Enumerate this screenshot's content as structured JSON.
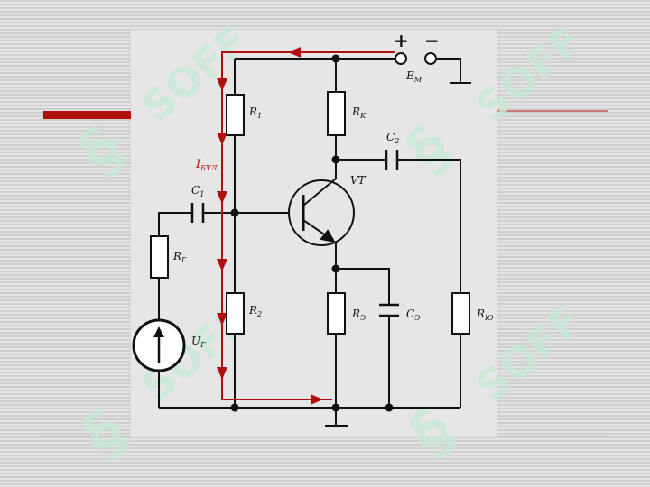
{
  "colors": {
    "accent_red": "#b10e0e",
    "wire": "#111111",
    "panel": "#e6e6e6",
    "watermark": "#c6ead6"
  },
  "watermark": {
    "text": "SOFF",
    "symbol": "§"
  },
  "supply": {
    "plus": "+",
    "minus": "−",
    "label_main": "E",
    "label_sub": "M"
  },
  "components": {
    "r1": {
      "main": "R",
      "sub": "1"
    },
    "rk": {
      "main": "R",
      "sub": "K"
    },
    "r2": {
      "main": "R",
      "sub": "2"
    },
    "re": {
      "main": "R",
      "sub": "Э"
    },
    "rg": {
      "main": "R",
      "sub": "Г"
    },
    "rload": {
      "main": "R",
      "sub": "Ю"
    },
    "c1": {
      "main": "C",
      "sub": "1"
    },
    "c2": {
      "main": "C",
      "sub": "2"
    },
    "ce": {
      "main": "C",
      "sub": "Э"
    },
    "vt": {
      "main": "VT"
    },
    "ug": {
      "main": "U",
      "sub": "Г"
    }
  },
  "bias_current": {
    "main": "I",
    "sub": "БУЛ"
  }
}
